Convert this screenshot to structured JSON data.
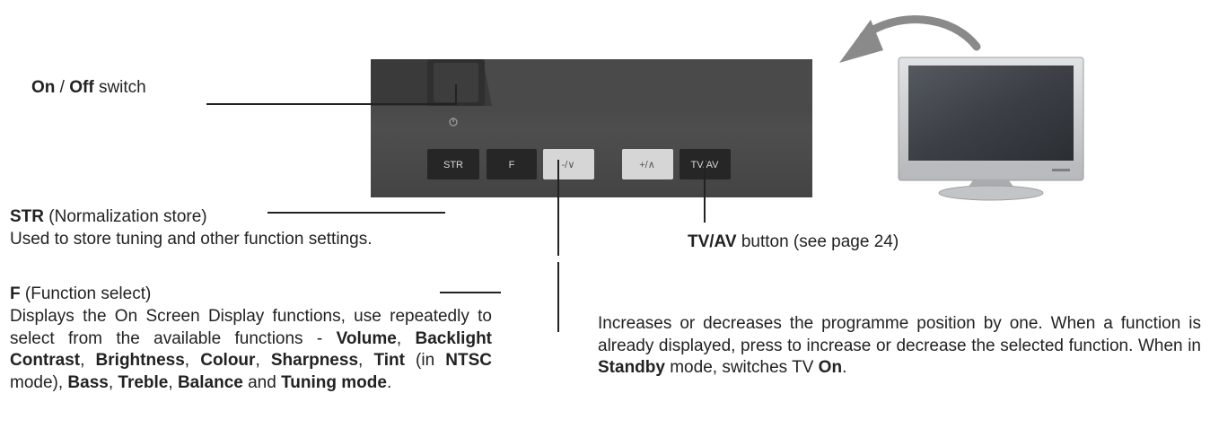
{
  "colors": {
    "panel": "#4b4b4b",
    "panel_dark": "#2e2e2e",
    "button_dark": "#262626",
    "button_light": "#d6d6d6",
    "callout_line": "#222222",
    "tv_silver": "#c7c9cb",
    "arrow": "#8a8a8a"
  },
  "panel": {
    "power_indicator_icon": "power-icon",
    "buttons": [
      {
        "label": "STR",
        "style": "dark"
      },
      {
        "label": "F",
        "style": "dark"
      },
      {
        "label": "-/∨",
        "style": "light"
      },
      {
        "label": "+/∧",
        "style": "light"
      },
      {
        "label": "TV/AV",
        "style": "dark"
      }
    ]
  },
  "callouts": {
    "on_off": {
      "b1": "On",
      "sep": " / ",
      "b2": "Off",
      "rest": " switch"
    },
    "str": {
      "b1": "STR",
      "rest": " (Normalization store)",
      "desc": "Used to store tuning and other function settings."
    },
    "f": {
      "b1": "F",
      "rest": " (Function select)",
      "desc_intro": "Displays the On Screen Display functions, use repeatedly to select from the available functions - ",
      "f1": "Volume",
      "s1": ", ",
      "f2": "Backlight Contrast",
      "s2": ", ",
      "f3": "Brightness",
      "s3": ", ",
      "f4": "Colour",
      "s4": ", ",
      "f5": "Sharpness",
      "s5": ", ",
      "f6": "Tint",
      "s6": " (in ",
      "f7": "NTSC",
      "s7": " mode), ",
      "f8": "Bass",
      "s8": ", ",
      "f9": "Treble",
      "s9": ", ",
      "f10": "Balance",
      "s10": " and ",
      "f11": "Tuning mode",
      "s11": "."
    },
    "tvav": {
      "b1": "TV/AV",
      "rest": " button (see page 24)"
    },
    "updown": {
      "t1": "Increases or decreases the programme position by one. When a function is already displayed, press to increase or decrease the selected function. When in ",
      "b1": "Standby",
      "t2": " mode, switches TV ",
      "b2": "On",
      "t3": "."
    }
  }
}
